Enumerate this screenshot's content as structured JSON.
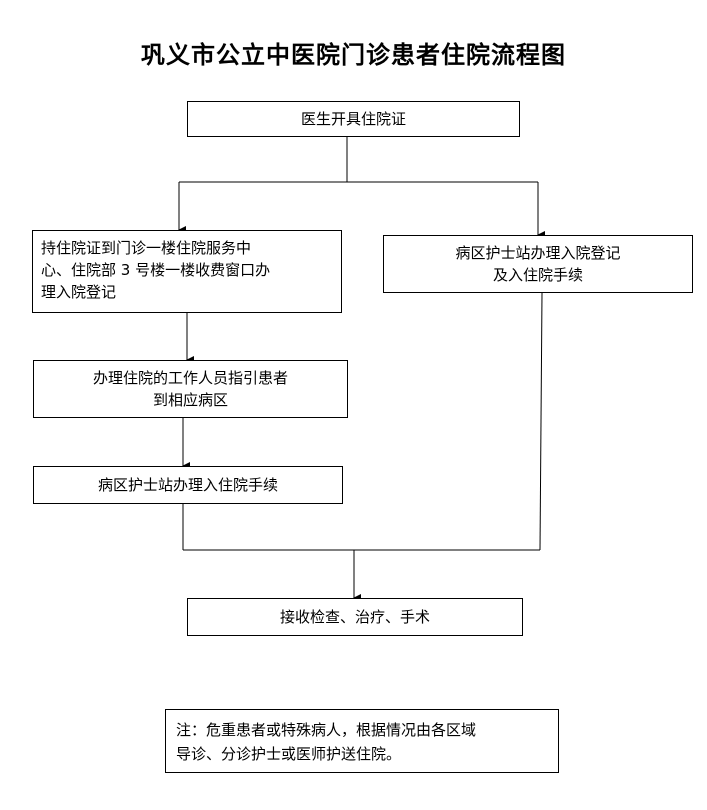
{
  "title": "巩义市公立中医院门诊患者住院流程图",
  "nodes": {
    "doctor": "医生开具住院证",
    "register_line1": "持住院证到门诊一楼住院服务中",
    "register_line2": "心、住院部 3 号楼一楼收费窗口办",
    "register_line3": "理入院登记",
    "ward_register_line1": "病区护士站办理入院登记",
    "ward_register_line2": "及入住院手续",
    "guide_line1": "办理住院的工作人员指引患者",
    "guide_line2": "到相应病区",
    "ward_procedure": "病区护士站办理入住院手续",
    "treatment": "接收检查、治疗、手术"
  },
  "note": {
    "line1": "注：危重患者或特殊病人，根据情况由各区域",
    "line2": "导诊、分诊护士或医师护送住院。"
  }
}
